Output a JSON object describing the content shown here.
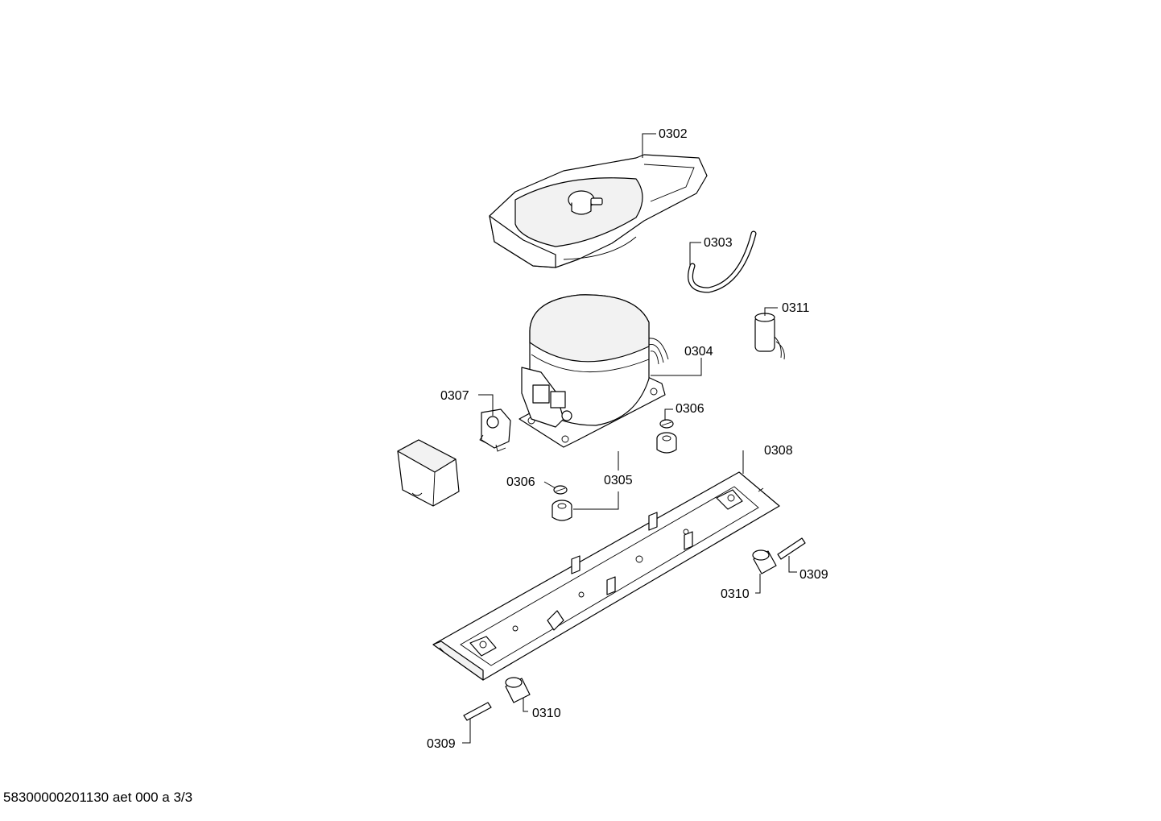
{
  "callouts": {
    "c0302": "0302",
    "c0303": "0303",
    "c0311": "0311",
    "c0304": "0304",
    "c0307": "0307",
    "c0306a": "0306",
    "c0308": "0308",
    "c0306b": "0306",
    "c0305": "0305",
    "c0309a": "0309",
    "c0310a": "0310",
    "c0310b": "0310",
    "c0309b": "0309"
  },
  "footer": {
    "document_code": "58300000201130 aet 000 a 3/3"
  }
}
